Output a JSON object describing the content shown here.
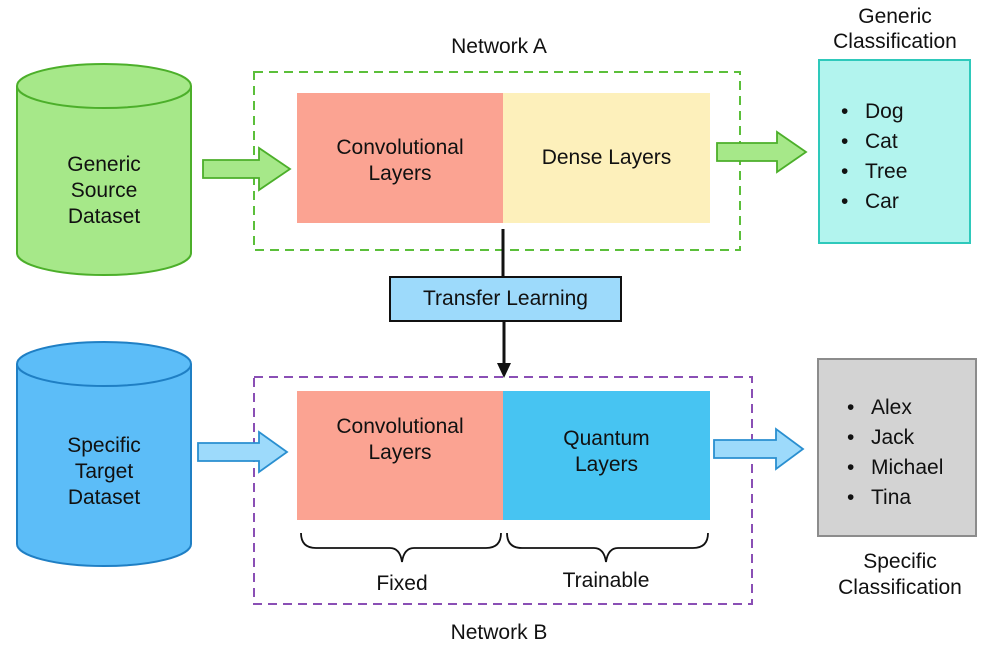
{
  "colors": {
    "source_db": "#a6e889",
    "target_db": "#5cbdf8",
    "conv_layers": "#fba392",
    "dense_layers": "#fdf0bb",
    "quantum_layers": "#47c4f2",
    "network_a_border": "#5bbf3a",
    "network_b_border": "#8a4fb5",
    "generic_box": "#b2f4ee",
    "generic_box_border": "#2ec9bb",
    "specific_box": "#d3d3d3",
    "transfer_box": "#9ddafb"
  },
  "network_a": {
    "title": "Network A",
    "conv_label": "Convolutional\nLayers",
    "dense_label": "Dense Layers"
  },
  "network_b": {
    "title": "Network B",
    "conv_label": "Convolutional\nLayers",
    "quantum_label": "Quantum\nLayers",
    "fixed_label": "Fixed",
    "trainable_label": "Trainable"
  },
  "source_dataset": {
    "label": "Generic\nSource\nDataset"
  },
  "target_dataset": {
    "label": "Specific\nTarget\nDataset"
  },
  "transfer": {
    "label": "Transfer Learning"
  },
  "generic_classification": {
    "title": "Generic\nClassification",
    "items": [
      "Dog",
      "Cat",
      "Tree",
      "Car"
    ]
  },
  "specific_classification": {
    "title": "Specific\nClassification",
    "items": [
      "Alex",
      "Jack",
      "Michael",
      "Tina"
    ]
  }
}
